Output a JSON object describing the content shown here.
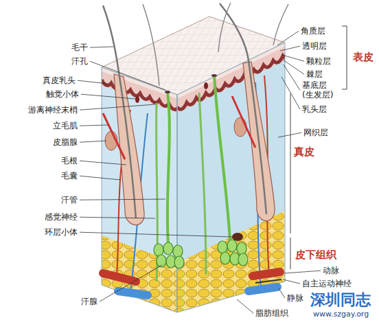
{
  "diagram": {
    "labels": [
      "毛干",
      "汗孔",
      "真皮乳头",
      "触觉小体",
      "游离神经末梢",
      "立毛肌",
      "皮脂腺",
      "毛根",
      "毛囊",
      "汗管",
      "感觉神经",
      "环层小体",
      "汗腺",
      "角质层",
      "透明层",
      "颗粒层",
      "棘层",
      "基底层 (生发层)",
      "表皮",
      "乳头层",
      "网织层",
      "真皮",
      "皮下组织",
      "动脉",
      "自主运动神经",
      "静脉",
      "脂肪组织",
      "深圳同志",
      "www.szgay.org"
    ]
  }
}
